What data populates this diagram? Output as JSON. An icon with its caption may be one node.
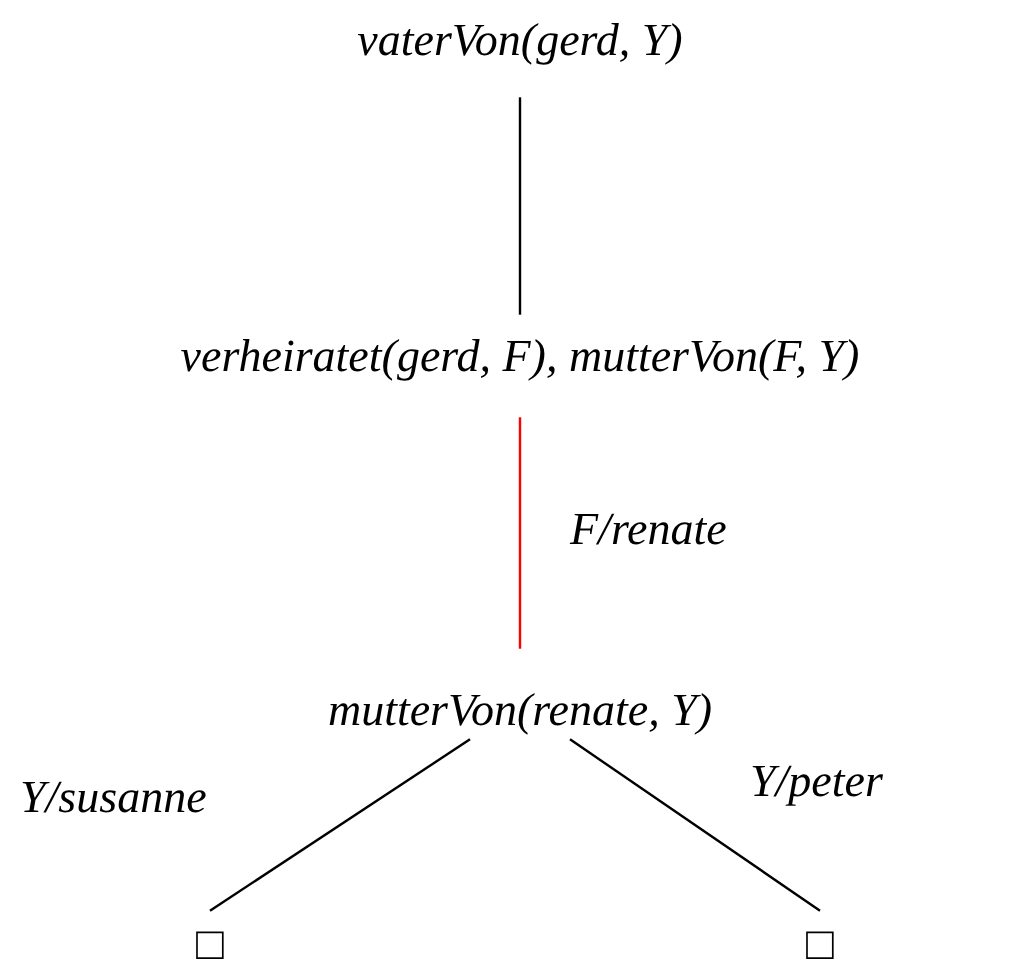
{
  "diagram": {
    "nodes": [
      {
        "text": [
          "vaterVon(gerd, Y)"
        ]
      },
      {
        "text": [
          "verheiratet(gerd, F), mutterVon(F, Y)"
        ]
      },
      {
        "text": [
          "mutterVon(renate, Y)"
        ]
      },
      {
        "text": [
          "□"
        ]
      },
      {
        "text": [
          "□"
        ]
      }
    ],
    "edges": [
      {
        "from": 0,
        "to": 1,
        "arrow": "none"
      },
      {
        "from": 1,
        "to": 2,
        "arrow": "none",
        "label": "F/renate",
        "color": "#ff0000"
      },
      {
        "from": 2,
        "to": 3,
        "arrow": "none",
        "label": "Y/susanne"
      },
      {
        "from": 2,
        "to": 4,
        "arrow": "none",
        "label": "Y/peter"
      }
    ]
  }
}
